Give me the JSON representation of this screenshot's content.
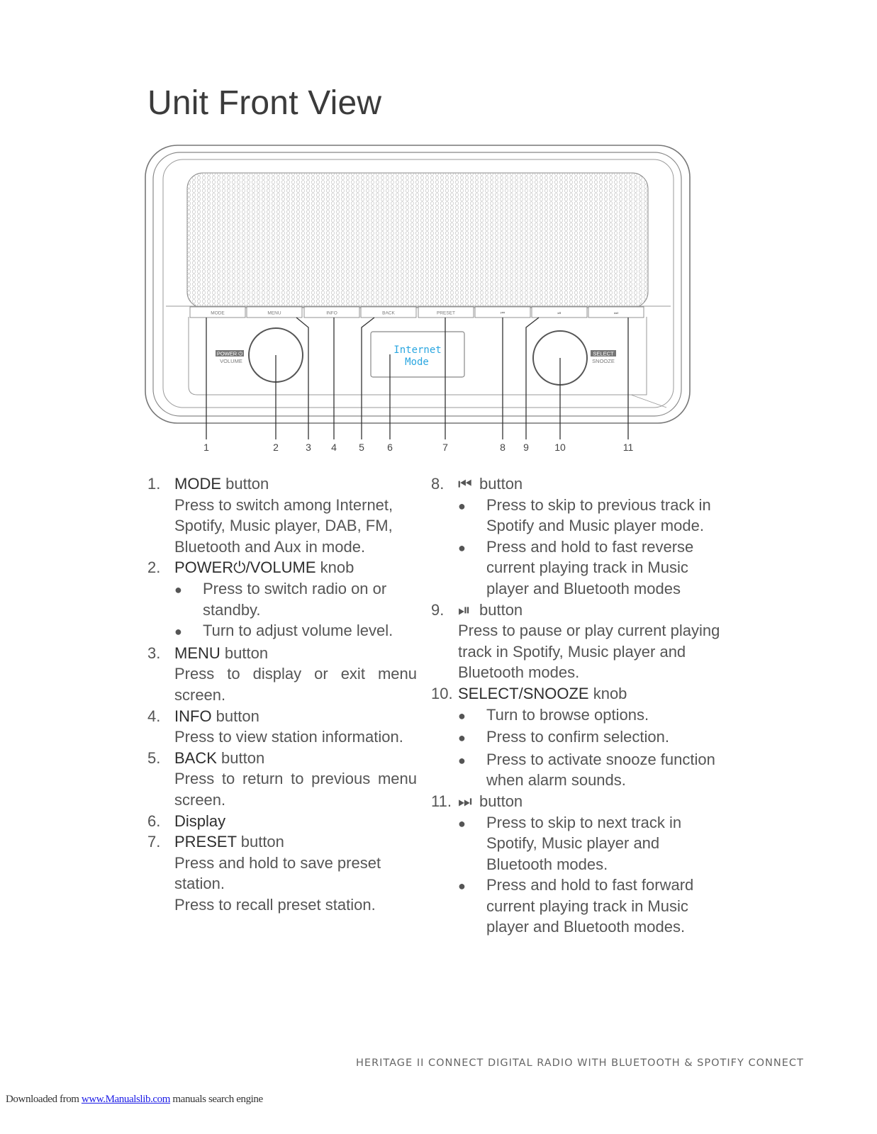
{
  "page_title": "Unit Front View",
  "diagram": {
    "buttons": [
      "MODE",
      "MENU",
      "INFO",
      "BACK",
      "PRESET",
      "⏮",
      "⏯",
      "⏭"
    ],
    "display_lines": [
      "Internet",
      "Mode"
    ],
    "knob_left": {
      "badge": "POWER ⏻",
      "sub": "VOLUME"
    },
    "knob_right": {
      "badge": "SELECT",
      "sub": "SNOOZE"
    },
    "callouts": [
      "1",
      "2",
      "3",
      "4",
      "5",
      "6",
      "7",
      "8",
      "9",
      "10",
      "11"
    ]
  },
  "items_left": [
    {
      "num": "1.",
      "name": "MODE",
      "suffix": " button",
      "desc": "Press to switch among Internet, Spotify, Music player, DAB, FM, Bluetooth and Aux in mode."
    },
    {
      "num": "2.",
      "name": "POWER⏻/VOLUME",
      "suffix": " knob",
      "bullets": [
        "Press to switch radio on or standby.",
        "Turn to adjust volume level."
      ]
    },
    {
      "num": "3.",
      "name": "MENU",
      "suffix": " button",
      "desc": "Press to display or exit menu screen."
    },
    {
      "num": "4.",
      "name": "INFO",
      "suffix": " button",
      "desc": "Press to view station information."
    },
    {
      "num": "5.",
      "name": "BACK",
      "suffix": " button",
      "desc": "Press to return to previous menu screen."
    },
    {
      "num": "6.",
      "name": "Display",
      "suffix": ""
    },
    {
      "num": "7.",
      "name": "PRESET",
      "suffix": " button",
      "desc": "Press and hold to save preset station.",
      "desc2": "Press to recall preset station."
    }
  ],
  "items_right": [
    {
      "num": "8.",
      "symbol": "⏮",
      "suffix": "button",
      "bullets": [
        "Press to skip to previous track in Spotify and Music player mode.",
        "Press and hold to fast reverse current playing track in Music player and Bluetooth modes"
      ]
    },
    {
      "num": "9.",
      "symbol": "⏯",
      "suffix": "button",
      "desc": "Press to pause or play current playing track in Spotify, Music player and Bluetooth modes."
    },
    {
      "num": "10.",
      "name": "SELECT/SNOOZE",
      "suffix": " knob",
      "bullets": [
        "Turn to browse options.",
        "Press to confirm selection.",
        "Press to activate snooze function when alarm sounds."
      ]
    },
    {
      "num": "11.",
      "symbol": "⏭",
      "suffix": "button",
      "bullets": [
        "Press to skip to next track in Spotify, Music player and Bluetooth modes.",
        "Press and hold to fast forward current playing track in Music player and Bluetooth modes."
      ]
    }
  ],
  "bullet_char": "●",
  "footer": "HERITAGE II CONNECT DIGITAL RADIO WITH BLUETOOTH & SPOTIFY CONNECT",
  "download": {
    "prefix": "Downloaded from ",
    "link": "www.Manualslib.com",
    "suffix": "  manuals search engine"
  }
}
